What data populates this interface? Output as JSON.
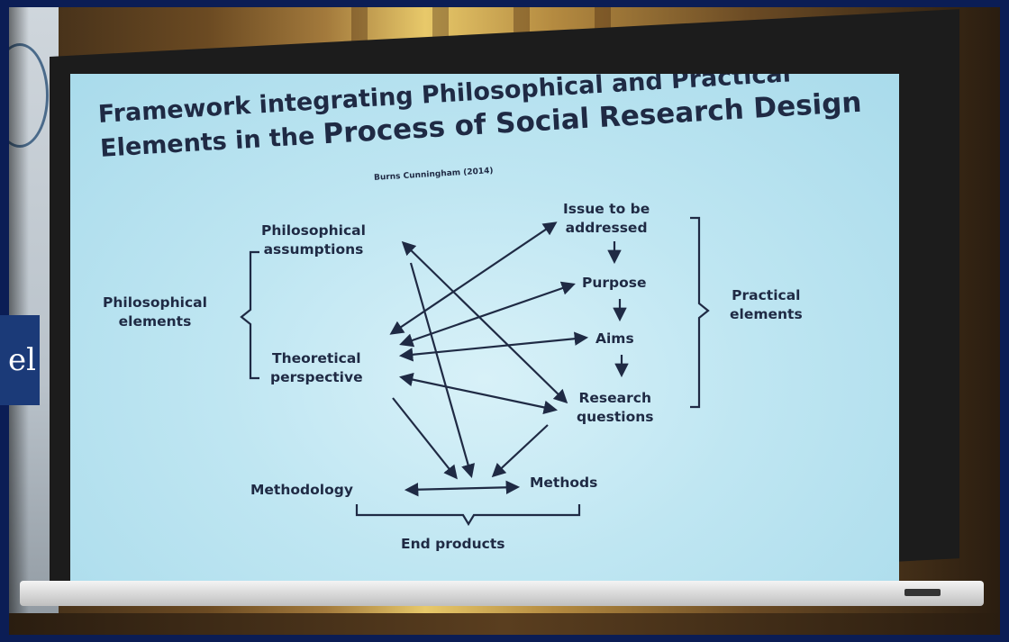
{
  "slide": {
    "title_line1": "Framework integrating Philosophical and Practical",
    "title_line2_a": "Elements in the ",
    "title_line2_b": "Process of Social Research Design",
    "credit": "Burns Cunningham (2014)"
  },
  "nodes": {
    "philosophical_assumptions_1": "Philosophical",
    "philosophical_assumptions_2": "assumptions",
    "theoretical_perspective_1": "Theoretical",
    "theoretical_perspective_2": "perspective",
    "philosophical_elements_1": "Philosophical",
    "philosophical_elements_2": "elements",
    "issue_1": "Issue to be",
    "issue_2": "addressed",
    "purpose": "Purpose",
    "aims": "Aims",
    "research_questions_1": "Research",
    "research_questions_2": "questions",
    "practical_elements_1": "Practical",
    "practical_elements_2": "elements",
    "methodology": "Methodology",
    "methods": "Methods",
    "end_products": "End products"
  },
  "colors": {
    "text": "#1f2a44",
    "slide_background": "#bfe6f2",
    "frame": "#0b1d55"
  }
}
